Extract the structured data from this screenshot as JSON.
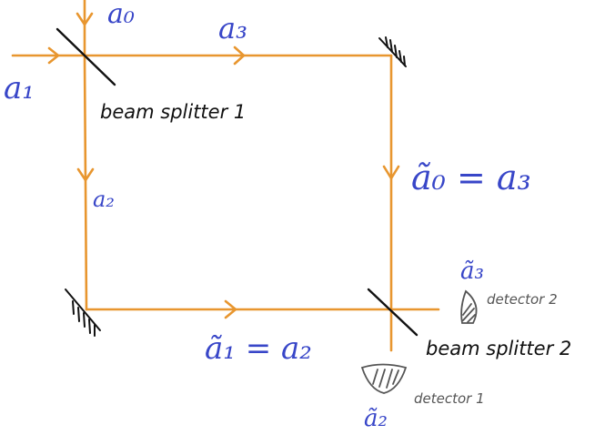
{
  "colors": {
    "beam": "#e8962f",
    "ink_blue": "#3846c8",
    "ink_black": "#111111",
    "ink_gray": "#555555"
  },
  "labels": {
    "bs1": "beam splitter 1",
    "bs2": "beam splitter 2",
    "det1": "detector 1",
    "det2": "detector 2"
  },
  "modes": {
    "a0": "a₀",
    "a1": "a₁",
    "a2": "a₂",
    "a3": "a₃",
    "a0_tilde_eq": "ã₀ = a₃",
    "a1_tilde_eq": "ã₁ = a₂",
    "a2_tilde": "ã₂",
    "a3_tilde": "ã₃"
  }
}
